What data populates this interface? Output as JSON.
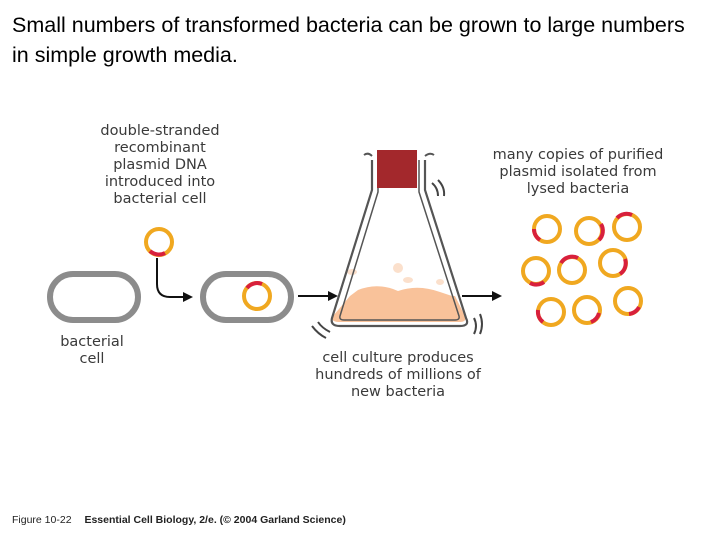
{
  "slide": {
    "title": "Small numbers of transformed bacteria can be grown to large numbers in simple growth media."
  },
  "diagram": {
    "label_plasmid_lines": [
      "double-stranded",
      "recombinant",
      "plasmid DNA",
      "introduced into",
      "bacterial cell"
    ],
    "label_bacterial_cell_lines": [
      "bacterial",
      "cell"
    ],
    "label_culture_lines": [
      "cell culture produces",
      "hundreds of millions of",
      "new bacteria"
    ],
    "label_copies_lines": [
      "many copies of purified",
      "plasmid isolated from",
      "lysed bacteria"
    ],
    "colors": {
      "cell_wall": "#8c8c8c",
      "plasmid_ring": "#f0a820",
      "plasmid_insert": "#d8203c",
      "stopper": "#a3282c",
      "medium": "#f9c29a",
      "foam": "#fbe0cc"
    }
  },
  "caption": {
    "figure_number": "Figure 10-22",
    "book": "Essential Cell Biology, 2/e. (© 2004 Garland Science)"
  }
}
